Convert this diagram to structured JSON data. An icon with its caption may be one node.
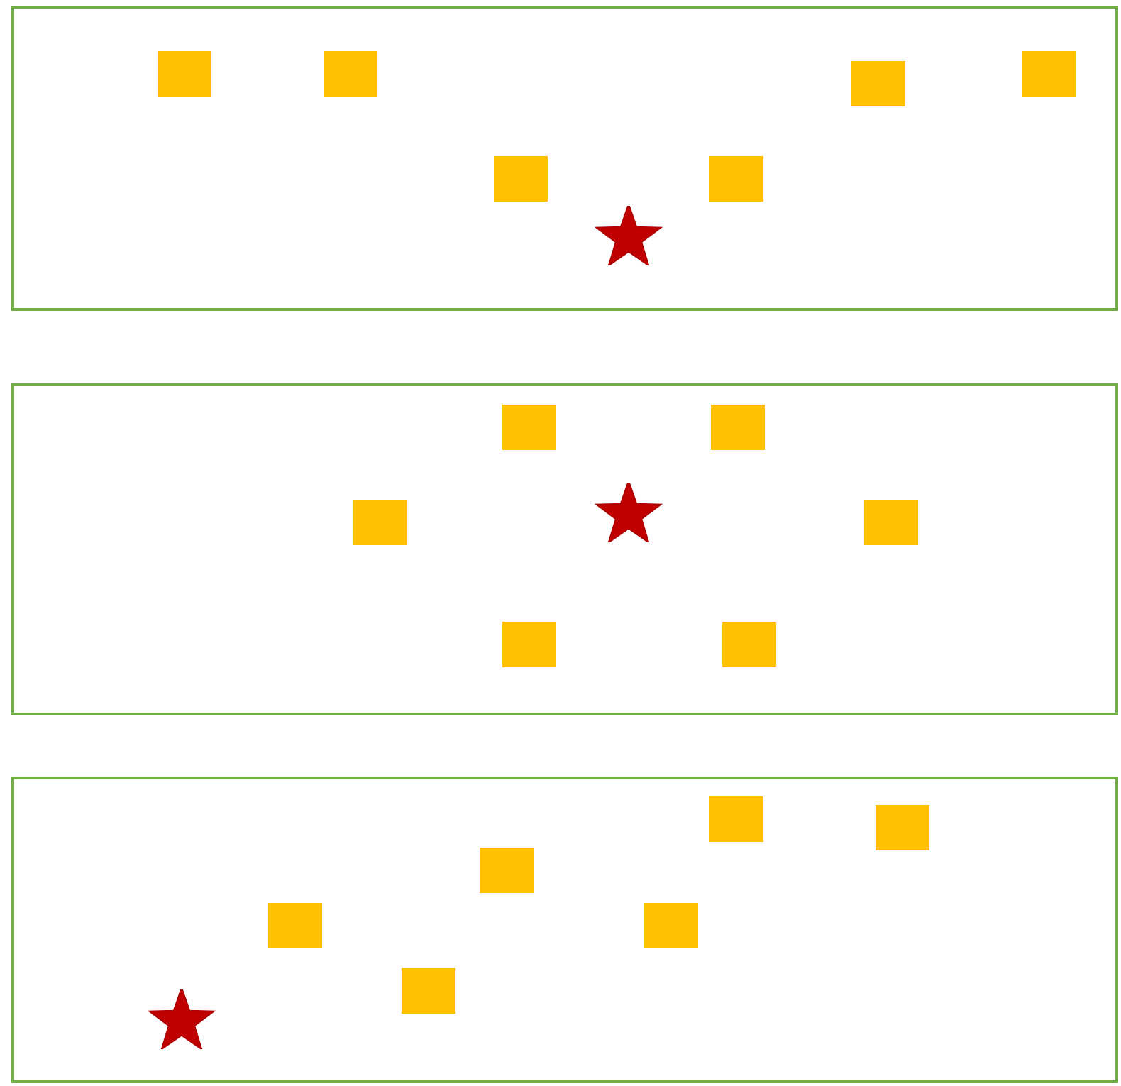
{
  "diagram": {
    "nodes": [
      {
        "text": [],
        "shape": "box"
      },
      {
        "text": [],
        "shape": "box",
        "in": 0
      },
      {
        "text": [],
        "shape": "box",
        "in": 0
      },
      {
        "text": [],
        "shape": "box",
        "in": 0
      },
      {
        "text": [],
        "shape": "box",
        "in": 0
      },
      {
        "text": [],
        "shape": "box",
        "in": 0
      },
      {
        "text": [],
        "shape": "box",
        "in": 0
      },
      {
        "text": [],
        "shape": "star",
        "in": 0
      },
      {
        "text": [],
        "shape": "box"
      },
      {
        "text": [],
        "shape": "box",
        "in": 8
      },
      {
        "text": [],
        "shape": "box",
        "in": 8
      },
      {
        "text": [],
        "shape": "star",
        "in": 8
      },
      {
        "text": [],
        "shape": "box",
        "in": 8
      },
      {
        "text": [],
        "shape": "box",
        "in": 8
      },
      {
        "text": [],
        "shape": "box",
        "in": 8
      },
      {
        "text": [],
        "shape": "box",
        "in": 8
      },
      {
        "text": [],
        "shape": "box"
      },
      {
        "text": [],
        "shape": "box",
        "in": 16
      },
      {
        "text": [],
        "shape": "box",
        "in": 16
      },
      {
        "text": [],
        "shape": "box",
        "in": 16
      },
      {
        "text": [],
        "shape": "box",
        "in": 16
      },
      {
        "text": [],
        "shape": "box",
        "in": 16
      },
      {
        "text": [],
        "shape": "box",
        "in": 16
      },
      {
        "text": [],
        "shape": "star",
        "in": 16
      }
    ]
  }
}
